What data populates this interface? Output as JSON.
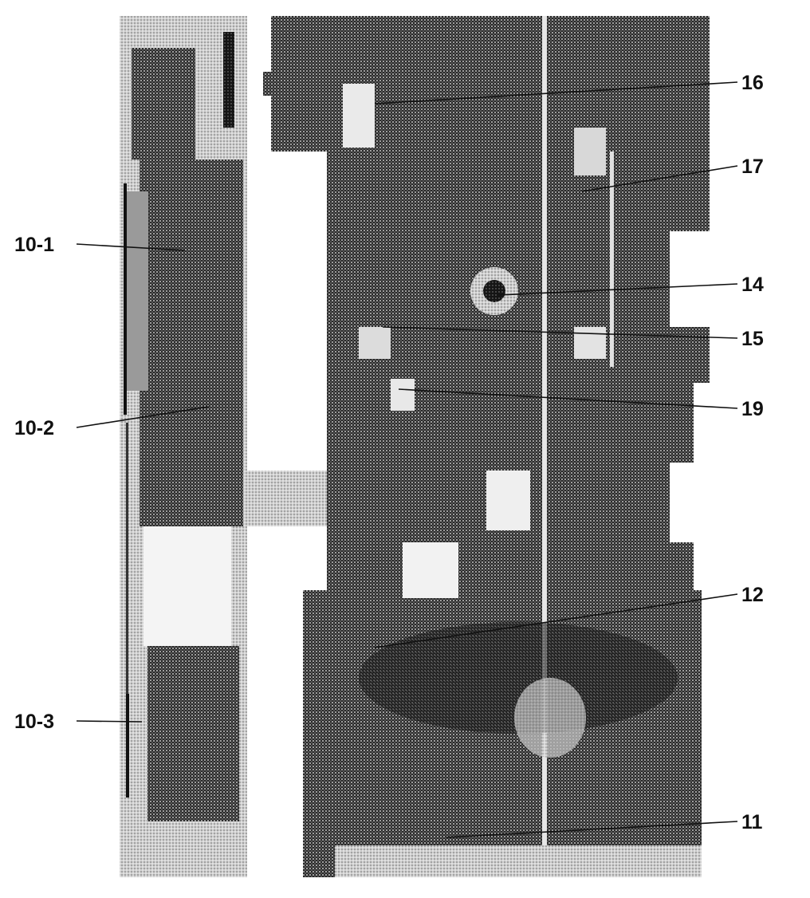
{
  "figure": {
    "callouts": {
      "c16": "16",
      "c17": "17",
      "c14": "14",
      "c15": "15",
      "c19": "19",
      "c12": "12",
      "c11": "11",
      "c10_1": "10-1",
      "c10_2": "10-2",
      "c10_3": "10-3"
    },
    "colors": {
      "ink": "#111111",
      "halftone_dark": "#1c1c1c",
      "halftone_light": "#d9d9d9",
      "background": "#ffffff"
    }
  }
}
